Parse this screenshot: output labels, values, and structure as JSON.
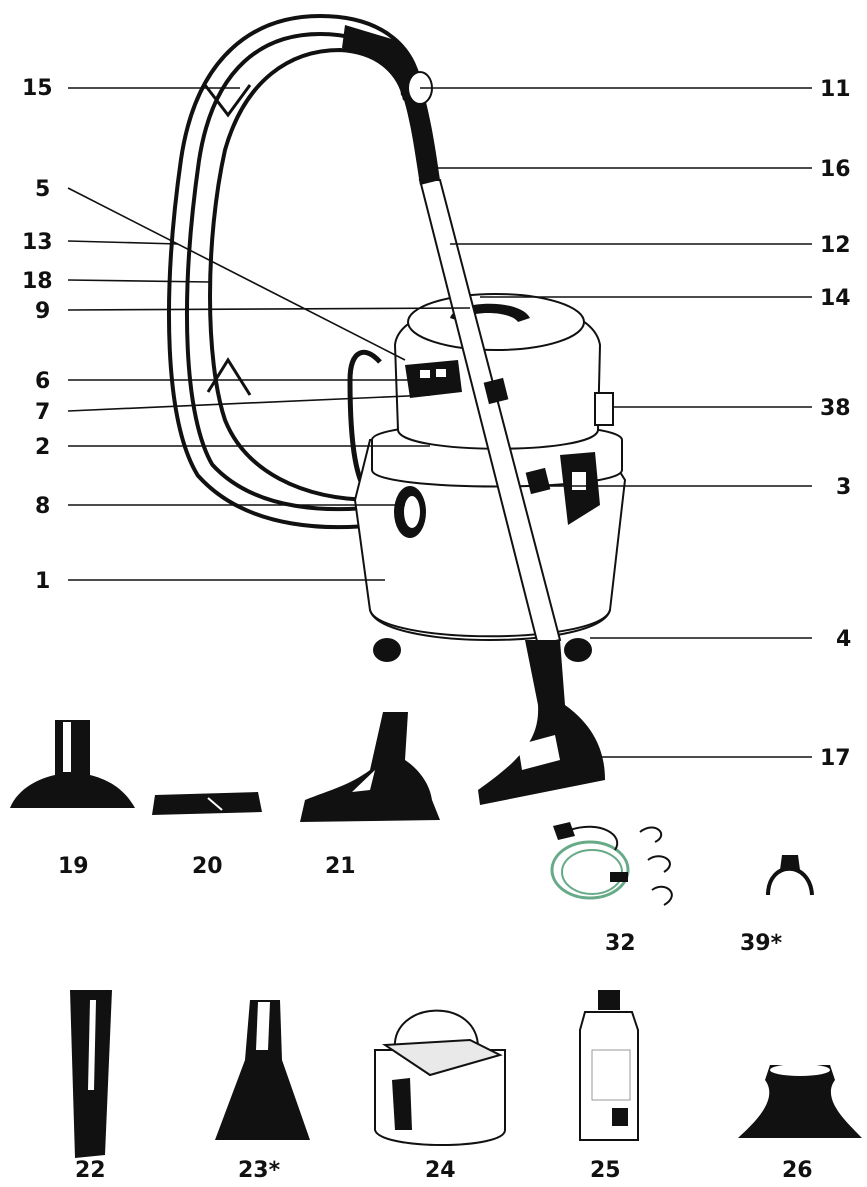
{
  "labels": {
    "l15": "15",
    "l5": "5",
    "l13": "13",
    "l18": "18",
    "l9": "9",
    "l6": "6",
    "l7": "7",
    "l2": "2",
    "l8": "8",
    "l1": "1",
    "l11": "11",
    "l16": "16",
    "l12": "12",
    "l14": "14",
    "l38": "38",
    "l3": "3",
    "l4": "4",
    "l17": "17",
    "l19": "19",
    "l20": "20",
    "l21": "21",
    "l32": "32",
    "l39": "39*",
    "l22": "22",
    "l23": "23*",
    "l24": "24",
    "l25": "25",
    "l26": "26"
  },
  "colors": {
    "ink": "#111111",
    "paper": "#ffffff",
    "shade": "#e9e9e9"
  }
}
